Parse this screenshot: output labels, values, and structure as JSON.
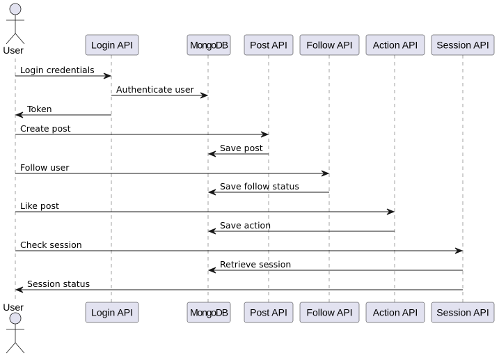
{
  "diagram": {
    "participants": [
      {
        "id": "user",
        "label": "User",
        "kind": "actor"
      },
      {
        "id": "login",
        "label": "Login API",
        "kind": "participant"
      },
      {
        "id": "mongo",
        "label": "MongoDB",
        "kind": "participant"
      },
      {
        "id": "post",
        "label": "Post API",
        "kind": "participant"
      },
      {
        "id": "follow",
        "label": "Follow API",
        "kind": "participant"
      },
      {
        "id": "action",
        "label": "Action API",
        "kind": "participant"
      },
      {
        "id": "session",
        "label": "Session API",
        "kind": "participant"
      }
    ],
    "messages": [
      {
        "from": "user",
        "to": "login",
        "label": "Login credentials"
      },
      {
        "from": "login",
        "to": "mongo",
        "label": "Authenticate user"
      },
      {
        "from": "login",
        "to": "user",
        "label": "Token"
      },
      {
        "from": "user",
        "to": "post",
        "label": "Create post"
      },
      {
        "from": "post",
        "to": "mongo",
        "label": "Save post"
      },
      {
        "from": "user",
        "to": "follow",
        "label": "Follow user"
      },
      {
        "from": "follow",
        "to": "mongo",
        "label": "Save follow status"
      },
      {
        "from": "user",
        "to": "action",
        "label": "Like post"
      },
      {
        "from": "action",
        "to": "mongo",
        "label": "Save action"
      },
      {
        "from": "user",
        "to": "session",
        "label": "Check session"
      },
      {
        "from": "session",
        "to": "mongo",
        "label": "Retrieve session"
      },
      {
        "from": "session",
        "to": "user",
        "label": "Session status"
      }
    ]
  }
}
